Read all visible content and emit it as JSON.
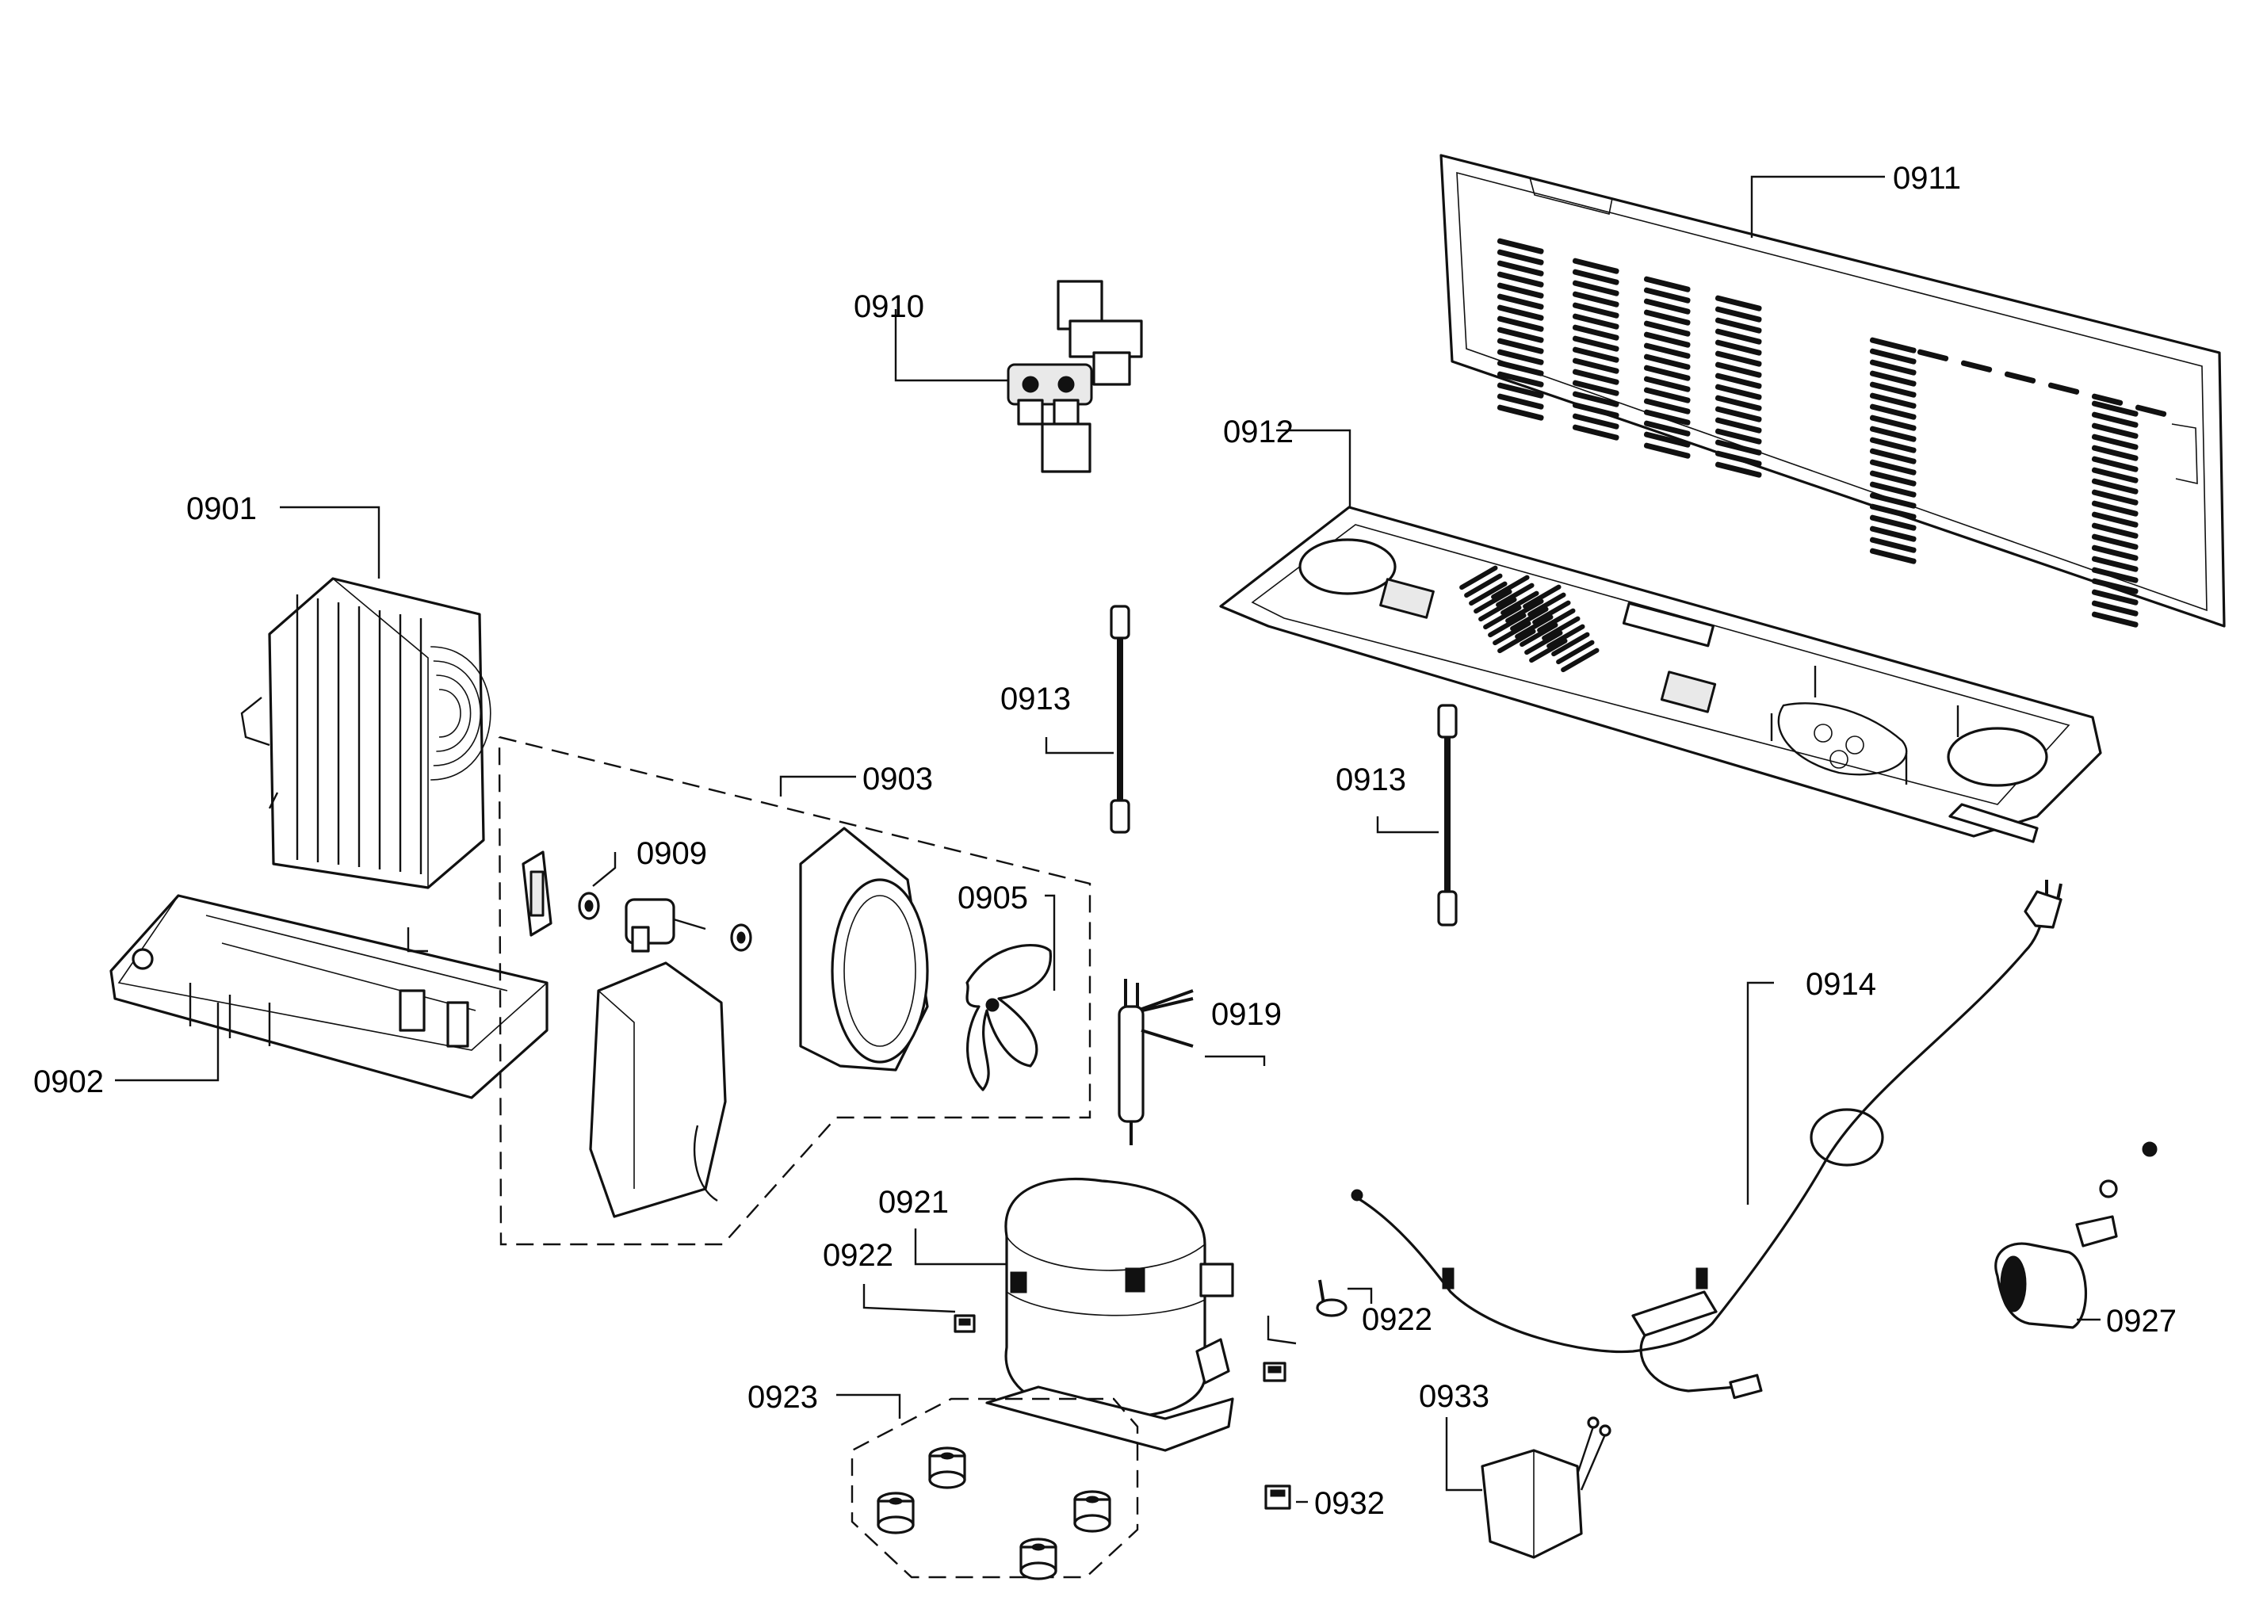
{
  "labels": {
    "p0901": "0901",
    "p0902": "0902",
    "p0903": "0903",
    "p0905": "0905",
    "p0909": "0909",
    "p0910": "0910",
    "p0911": "0911",
    "p0912": "0912",
    "p0913a": "0913",
    "p0913b": "0913",
    "p0914": "0914",
    "p0919": "0919",
    "p0921": "0921",
    "p0922a": "0922",
    "p0922b": "0922",
    "p0923": "0923",
    "p0927": "0927",
    "p0932": "0932",
    "p0933": "0933"
  }
}
